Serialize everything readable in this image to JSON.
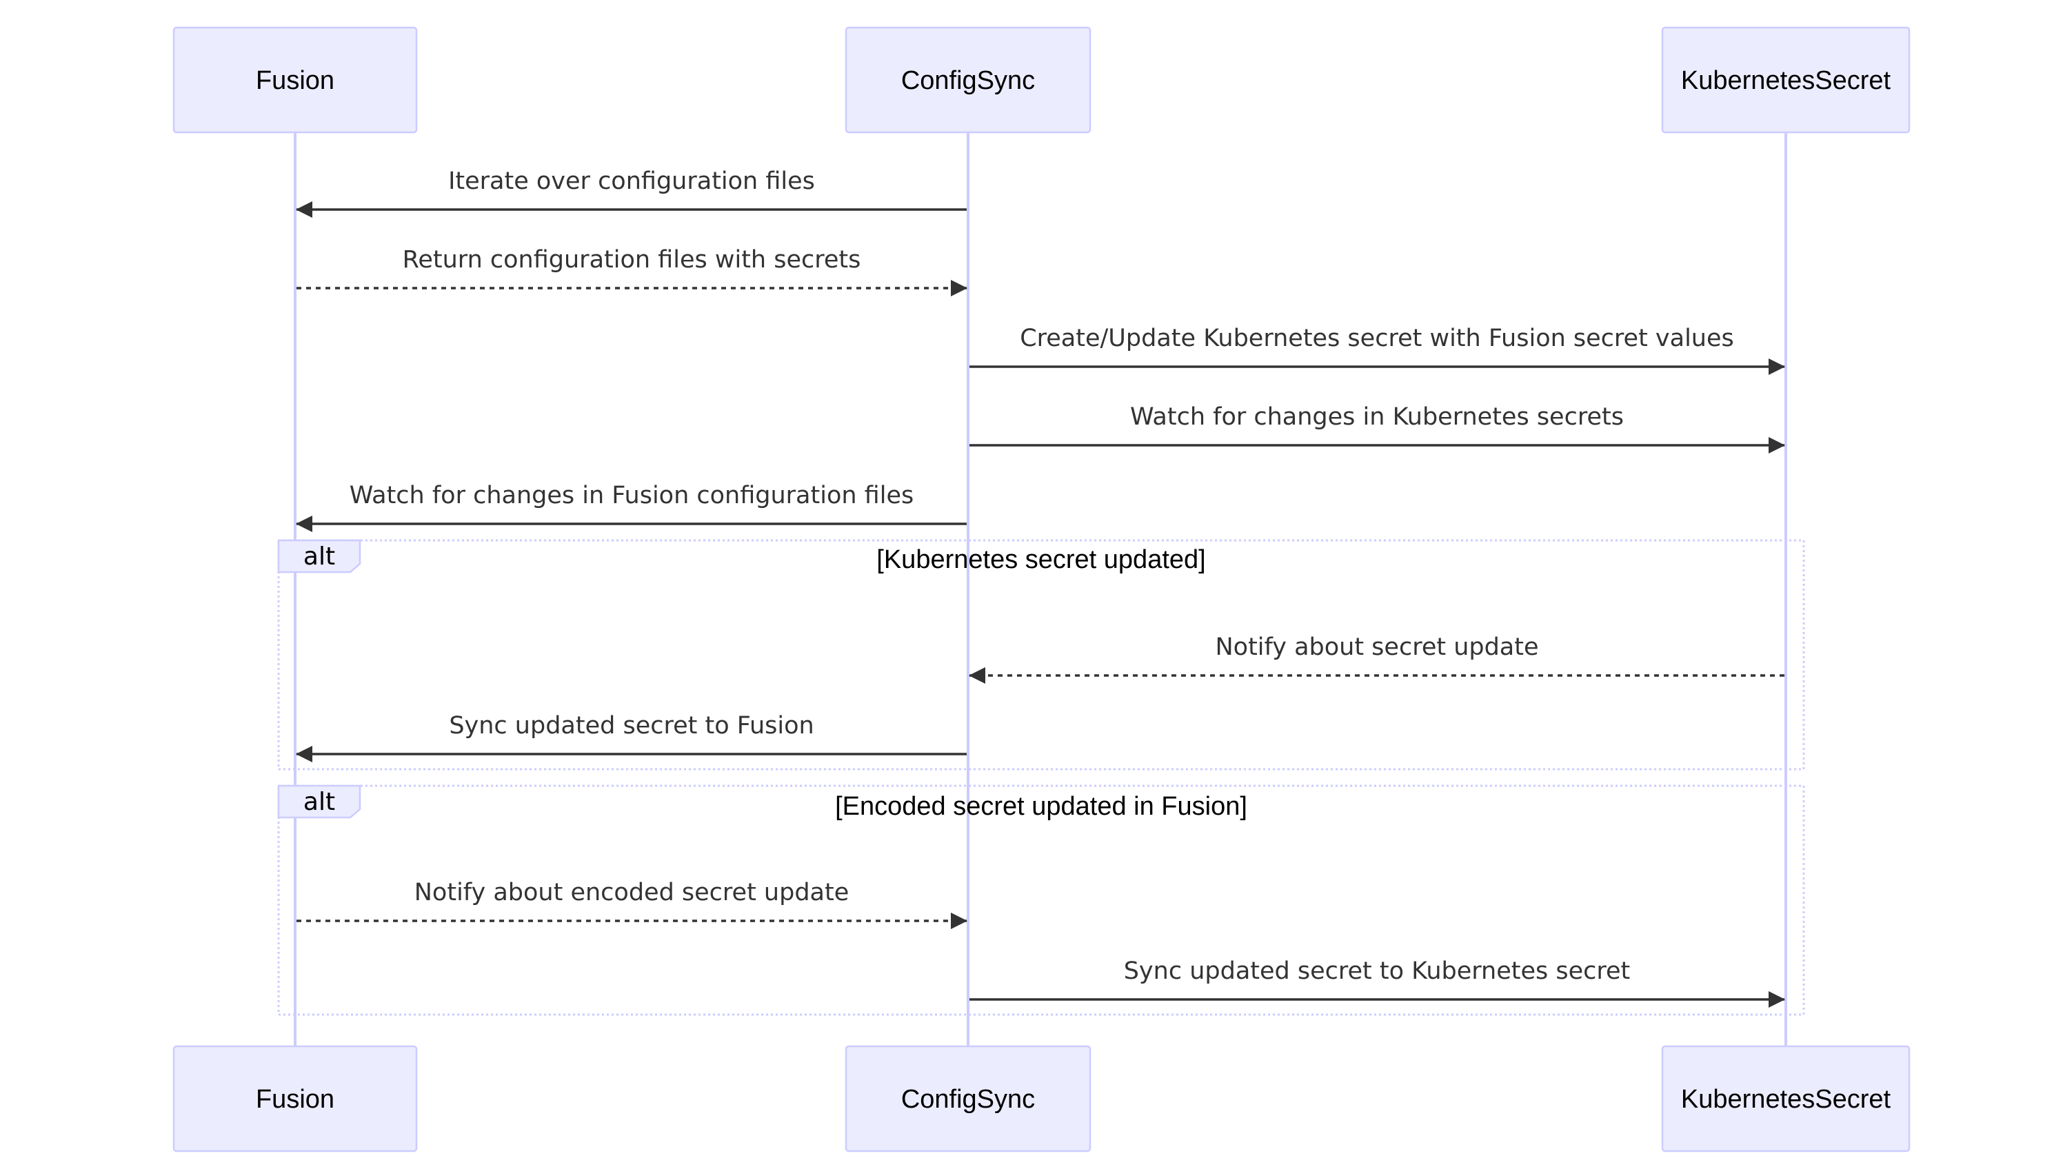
{
  "actors": [
    {
      "id": "fusion",
      "label": "Fusion"
    },
    {
      "id": "configsync",
      "label": "ConfigSync"
    },
    {
      "id": "kubernetessecret",
      "label": "KubernetesSecret"
    }
  ],
  "messages": [
    {
      "from": "configsync",
      "to": "fusion",
      "label": "Iterate over configuration files",
      "style": "solid"
    },
    {
      "from": "fusion",
      "to": "configsync",
      "label": "Return configuration files with secrets",
      "style": "dashed"
    },
    {
      "from": "configsync",
      "to": "kubernetessecret",
      "label": "Create/Update Kubernetes secret with Fusion secret values",
      "style": "solid"
    },
    {
      "from": "configsync",
      "to": "kubernetessecret",
      "label": "Watch for changes in Kubernetes secrets",
      "style": "solid"
    },
    {
      "from": "configsync",
      "to": "fusion",
      "label": "Watch for changes in Fusion configuration files",
      "style": "solid"
    },
    {
      "from": "kubernetessecret",
      "to": "configsync",
      "label": "Notify about secret update",
      "style": "dashed"
    },
    {
      "from": "configsync",
      "to": "fusion",
      "label": "Sync updated secret to Fusion",
      "style": "solid"
    },
    {
      "from": "fusion",
      "to": "configsync",
      "label": "Notify about encoded secret update",
      "style": "dashed"
    },
    {
      "from": "configsync",
      "to": "kubernetessecret",
      "label": "Sync updated secret to Kubernetes secret",
      "style": "solid"
    }
  ],
  "frames": [
    {
      "label": "alt",
      "condition": "[Kubernetes secret updated]"
    },
    {
      "label": "alt",
      "condition": "[Encoded secret updated in Fusion]"
    }
  ],
  "colors": {
    "actor_fill": "#ECECFF",
    "actor_stroke": "#CCCCFF",
    "line": "#333333",
    "text": "#333333"
  }
}
